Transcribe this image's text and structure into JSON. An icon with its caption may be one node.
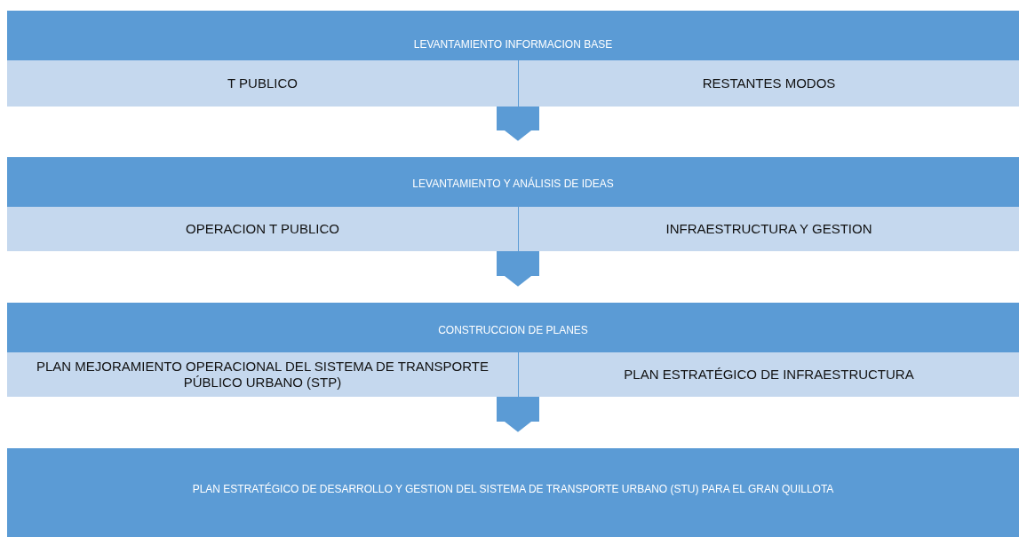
{
  "diagram": {
    "nodes": [
      {
        "text": [
          "LEVANTAMIENTO INFORMACION BASE"
        ]
      },
      {
        "text": [
          "T PUBLICO"
        ],
        "in": 0
      },
      {
        "text": [
          "RESTANTES MODOS"
        ],
        "in": 0
      },
      {
        "text": [
          "LEVANTAMIENTO Y ANÁLISIS DE IDEAS"
        ]
      },
      {
        "text": [
          "OPERACION T PUBLICO"
        ],
        "in": 3
      },
      {
        "text": [
          "INFRAESTRUCTURA Y GESTION"
        ],
        "in": 3
      },
      {
        "text": [
          "CONSTRUCCION DE PLANES"
        ]
      },
      {
        "text": [
          "PLAN MEJORAMIENTO OPERACIONAL DEL SISTEMA DE TRANSPORTE PÚBLICO URBANO (STP)"
        ],
        "in": 6
      },
      {
        "text": [
          "PLAN ESTRATÉGICO DE INFRAESTRUCTURA"
        ],
        "in": 6
      },
      {
        "text": [
          "PLAN ESTRATÉGICO DE DESARROLLO Y GESTION DEL SISTEMA DE TRANSPORTE URBANO (STU) PARA EL GRAN QUILLOTA"
        ]
      }
    ],
    "edges": [
      {
        "from": 0,
        "to": 3,
        "arrow": "to"
      },
      {
        "from": 3,
        "to": 6,
        "arrow": "to"
      },
      {
        "from": 6,
        "to": 9,
        "arrow": "to"
      }
    ]
  }
}
